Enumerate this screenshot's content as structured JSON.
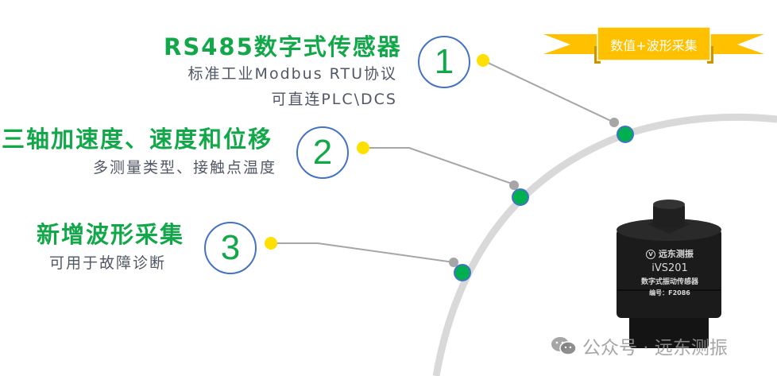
{
  "features": [
    {
      "number": "1",
      "title": "RS485数字式传感器",
      "subtitle_lines": [
        "标准工业Modbus RTU协议",
        "可直连PLC\\DCS"
      ]
    },
    {
      "number": "2",
      "title": "三轴加速度、速度和位移",
      "subtitle_lines": [
        "多测量类型、接触点温度"
      ]
    },
    {
      "number": "3",
      "title": "新增波形采集",
      "subtitle_lines": [
        "可用于故障诊断"
      ]
    }
  ],
  "banner": {
    "text": "数值+波形采集",
    "color": "#ffc000"
  },
  "product": {
    "brand": "远东测振",
    "model": "iVS201",
    "name": "数字式振动传感器",
    "serial": "编号：F2086"
  },
  "watermark": {
    "icon": "wechat-icon",
    "text": "公众号 · 远东测振"
  },
  "colors": {
    "title_green": "#12a84a",
    "circle_blue": "#4472c4",
    "connector_yellow": "#ffe000",
    "node_green": "#00b050",
    "arc_gray": "#d9d9d9",
    "line_gray": "#a6a6a6"
  }
}
